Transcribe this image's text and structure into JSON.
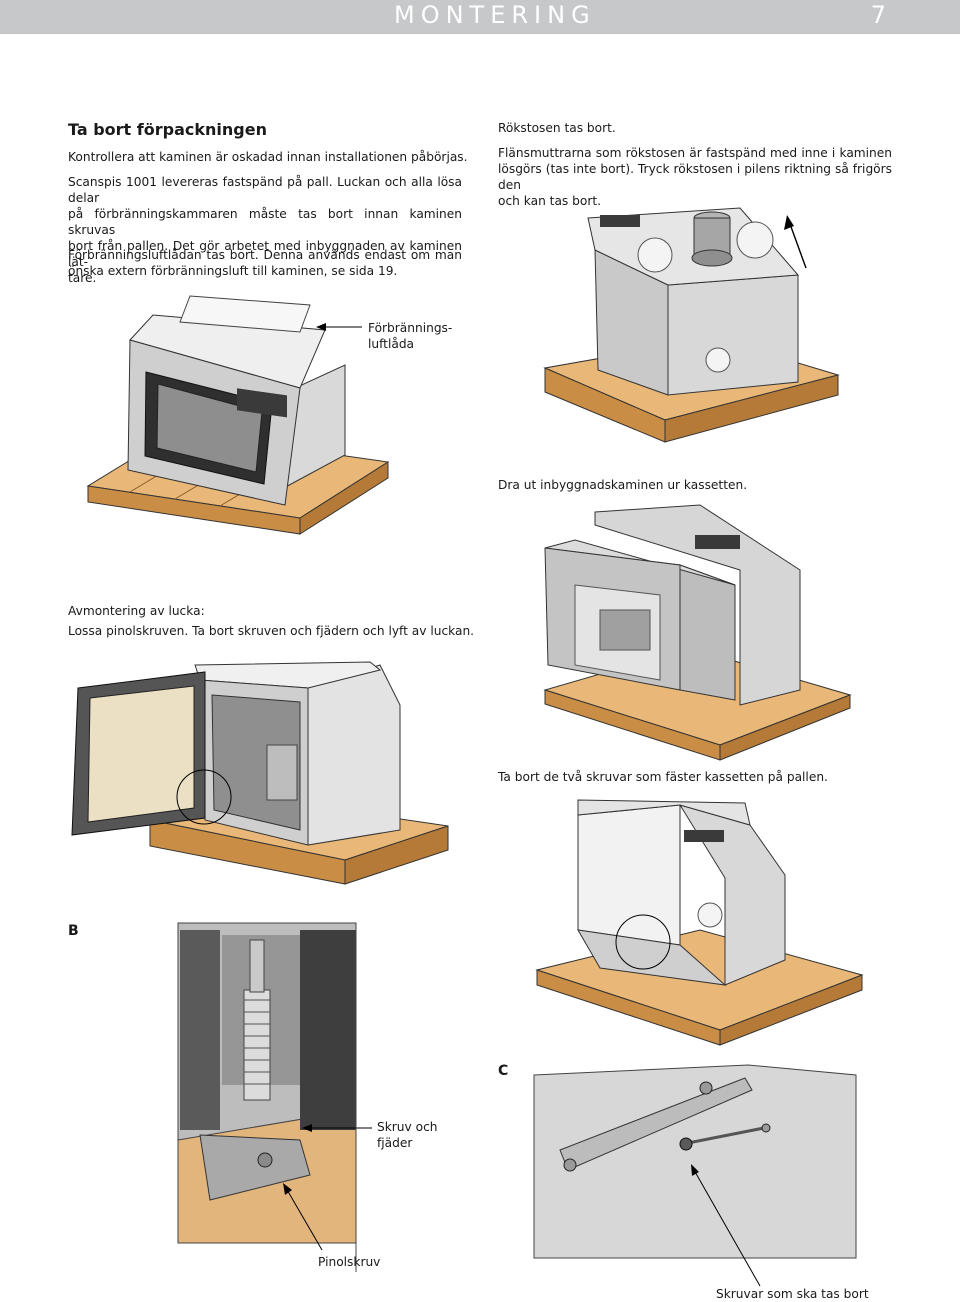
{
  "header": {
    "title": "MONTERING",
    "page_number": "7"
  },
  "left": {
    "heading": "Ta bort förpackningen",
    "p1": "Kontrollera att kaminen är oskadad innan installationen påbörjas.",
    "p2_lines": [
      "Scanspis 1001 levereras fastspänd på pall. Luckan och alla lösa delar",
      "på förbränningskammaren måste tas bort innan kaminen skruvas",
      "bort från pallen. Det gör arbetet med inbyggnaden av kaminen lät-",
      "tare."
    ],
    "p3_lines": [
      "Förbränningsluftlådan tas bort. Denna används endast om man",
      "önska extern förbränningsluft till kaminen, se sida 19."
    ],
    "callout_forbr": [
      "Förbrännings-",
      "luftlåda"
    ],
    "door_title": "Avmontering av lucka:",
    "door_text": "Lossa pinolskruven. Ta bort skruven och fjädern och lyft av luckan.",
    "label_b": "B",
    "label_b2": "B",
    "callout_skruv": [
      "Skruv och",
      "fjäder"
    ],
    "callout_pinol": "Pinolskruv"
  },
  "right": {
    "p1": "Rökstosen tas bort.",
    "p2_lines": [
      "Flänsmuttrarna som rökstosen är fastspänd med inne i kaminen",
      "lösgörs (tas inte bort). Tryck rökstosen i pilens riktning så frigörs den",
      "och kan tas bort."
    ],
    "p3": "Dra ut inbyggnadskaminen ur kassetten.",
    "p4": "Ta bort de två skruvar som fäster kassetten på pallen.",
    "label_c": "C",
    "label_c2": "C",
    "callout_skruvar": "Skruvar som ska tas bort"
  }
}
